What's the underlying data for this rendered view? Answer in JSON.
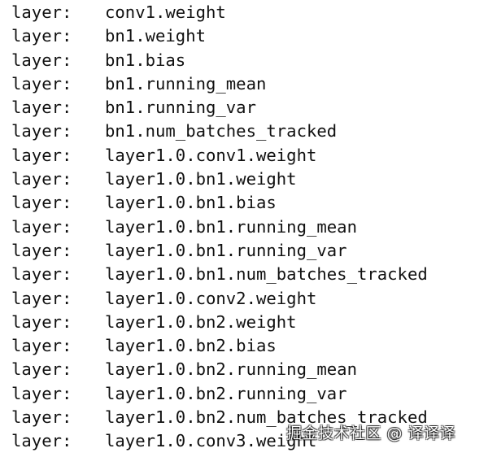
{
  "console": {
    "prefix": "layer:",
    "lines": [
      {
        "name": "conv1.weight"
      },
      {
        "name": "bn1.weight"
      },
      {
        "name": "bn1.bias"
      },
      {
        "name": "bn1.running_mean"
      },
      {
        "name": "bn1.running_var"
      },
      {
        "name": "bn1.num_batches_tracked"
      },
      {
        "name": "layer1.0.conv1.weight"
      },
      {
        "name": "layer1.0.bn1.weight"
      },
      {
        "name": "layer1.0.bn1.bias"
      },
      {
        "name": "layer1.0.bn1.running_mean"
      },
      {
        "name": "layer1.0.bn1.running_var"
      },
      {
        "name": "layer1.0.bn1.num_batches_tracked"
      },
      {
        "name": "layer1.0.conv2.weight"
      },
      {
        "name": "layer1.0.bn2.weight"
      },
      {
        "name": "layer1.0.bn2.bias"
      },
      {
        "name": "layer1.0.bn2.running_mean"
      },
      {
        "name": "layer1.0.bn2.running_var"
      },
      {
        "name": "layer1.0.bn2.num_batches_tracked"
      },
      {
        "name": "layer1.0.conv3.weight"
      }
    ]
  },
  "watermark": {
    "text": "掘金技术社区 @ 译译译"
  }
}
